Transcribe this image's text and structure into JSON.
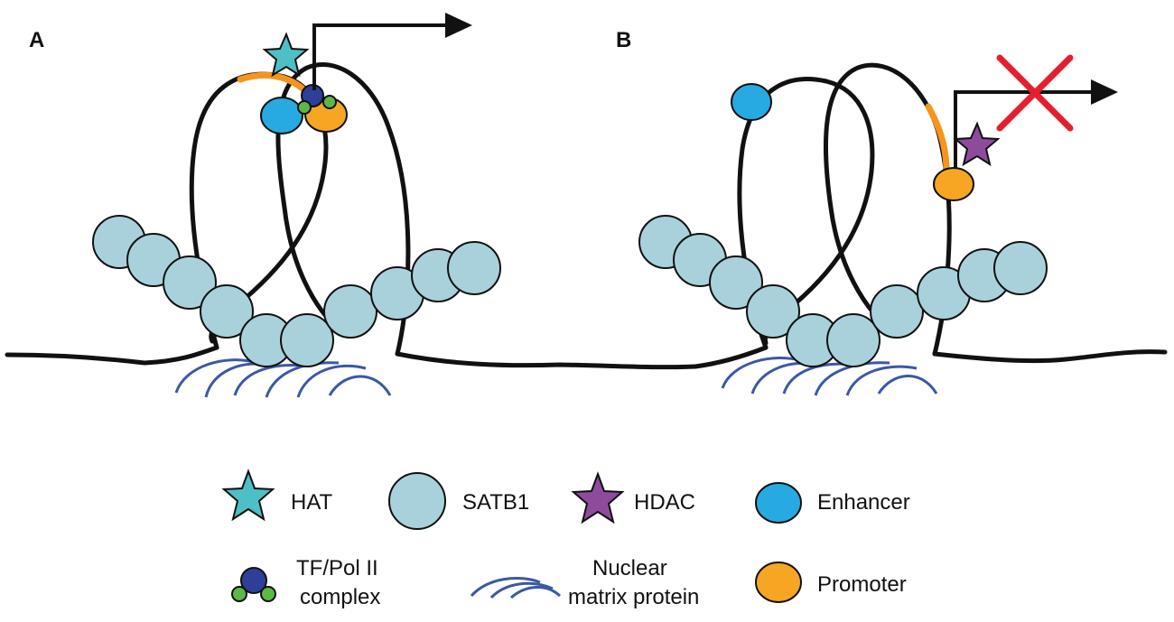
{
  "panels": [
    {
      "label": "A"
    },
    {
      "label": "B"
    }
  ],
  "legend": {
    "hat": "HAT",
    "satb1": "SATB1",
    "hdac": "HDAC",
    "enhancer": "Enhancer",
    "tf_pol_line1": "TF/Pol II",
    "tf_pol_line2": "complex",
    "matrix_line1": "Nuclear",
    "matrix_line2": "matrix protein",
    "promoter": "Promoter"
  },
  "colors": {
    "satb1": "#a9d1dc",
    "enhancer": "#27aae1",
    "promoter": "#f6a623",
    "hat": "#4dc0c5",
    "hdac": "#8e4b9e",
    "tf_core": "#2e3e99",
    "tf_sub": "#5cb848",
    "matrix": "#3b58a6",
    "orange_segment": "#f7941d",
    "block_x": "#e5202e",
    "fiber": "#111111"
  }
}
